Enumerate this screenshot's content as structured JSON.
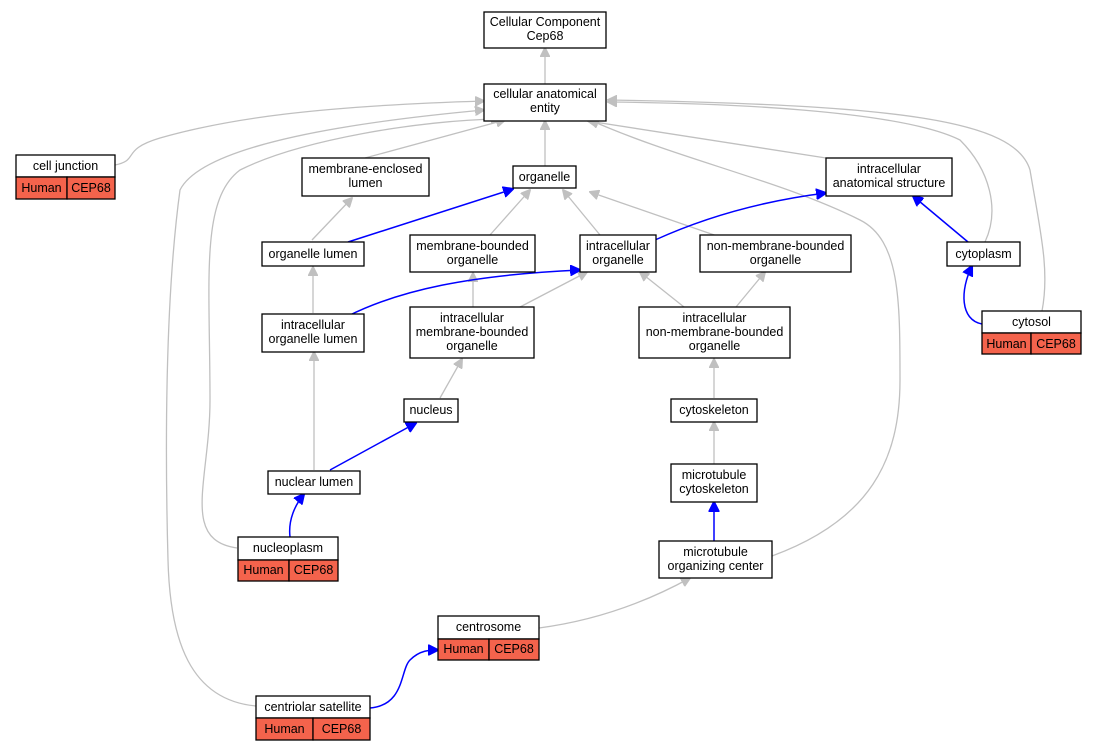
{
  "colors": {
    "annotation": "#f4634c",
    "is_a_edge": "#c0c0c0",
    "part_of_edge": "#0000ff"
  },
  "nodes": {
    "root": {
      "line1": "Cellular Component",
      "line2": "Cep68"
    },
    "cae": {
      "line1": "cellular anatomical",
      "line2": "entity"
    },
    "cell_junction": {
      "label": "cell junction",
      "species": "Human",
      "gene": "CEP68"
    },
    "mel": {
      "line1": "membrane-enclosed",
      "line2": "lumen"
    },
    "organelle": {
      "label": "organelle"
    },
    "ias": {
      "line1": "intracellular",
      "line2": "anatomical structure"
    },
    "organelle_lumen": {
      "label": "organelle lumen"
    },
    "mbo": {
      "line1": "membrane-bounded",
      "line2": "organelle"
    },
    "io": {
      "line1": "intracellular",
      "line2": "organelle"
    },
    "nmbo": {
      "line1": "non-membrane-bounded",
      "line2": "organelle"
    },
    "cytoplasm": {
      "label": "cytoplasm"
    },
    "iol": {
      "line1": "intracellular",
      "line2": "organelle lumen"
    },
    "imbo": {
      "line1": "intracellular",
      "line2": "membrane-bounded",
      "line3": "organelle"
    },
    "inmbo": {
      "line1": "intracellular",
      "line2": "non-membrane-bounded",
      "line3": "organelle"
    },
    "cytosol": {
      "label": "cytosol",
      "species": "Human",
      "gene": "CEP68"
    },
    "nucleus": {
      "label": "nucleus"
    },
    "cytoskeleton": {
      "label": "cytoskeleton"
    },
    "nuclear_lumen": {
      "label": "nuclear lumen"
    },
    "mt_cytoskeleton": {
      "line1": "microtubule",
      "line2": "cytoskeleton"
    },
    "nucleoplasm": {
      "label": "nucleoplasm",
      "species": "Human",
      "gene": "CEP68"
    },
    "mtoc": {
      "line1": "microtubule",
      "line2": "organizing center"
    },
    "centrosome": {
      "label": "centrosome",
      "species": "Human",
      "gene": "CEP68"
    },
    "centriolar_satellite": {
      "label": "centriolar satellite",
      "species": "Human",
      "gene": "CEP68"
    }
  }
}
